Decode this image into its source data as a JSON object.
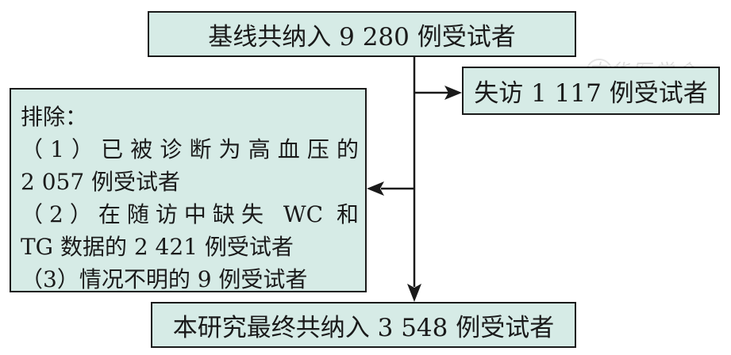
{
  "boxes": {
    "baseline": "基线共纳入 9 280 例受试者",
    "lost_followup": "失访 1 117 例受试者",
    "exclusion": {
      "heading": "排除：",
      "lines": [
        "（1）已被诊断为高血压的",
        "2 057 例受试者",
        "（2）在随访中缺失 WC 和",
        "TG 数据的 2 421 例受试者",
        "（3）情况不明的 9 例受试者"
      ]
    },
    "final": "本研究最终共纳入 3 548 例受试者"
  },
  "watermark": {
    "text": "中华医学会"
  },
  "colors": {
    "box_fill": "#d6ebe6",
    "border": "#1a1a1a",
    "arrow": "#1a1a1a"
  }
}
